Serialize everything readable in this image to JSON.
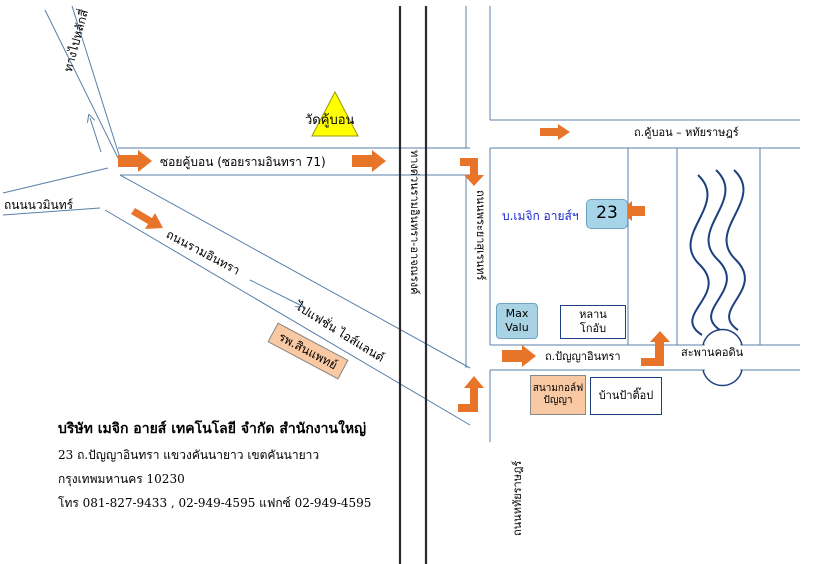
{
  "colors": {
    "road_line": "#5a7fa8",
    "arrow": "#e8742a",
    "rail": "#2b2b2b",
    "temple": "#ffff00",
    "badge": "#a8d4ea",
    "max_valu": "#a9d3e3",
    "hospital": "#f8c9a2",
    "golf": "#f8c9a2",
    "building_border": "#1f3f7f"
  },
  "roads": {
    "bang_phlat": "ทางไปหลักสี่",
    "nawamin": "ถนนนวมินทร์",
    "soi_kubon": "ซอยคู้บอน (ซอยรามอินทรา 71)",
    "ram_inthra": "ถนนรามอินทรา",
    "fashion_island": "ไปแฟชั่น ไอส์แลนด์",
    "expressway": "ทางด่วนรามอินทรา-อาจณรงค์",
    "kaset_nawamin": "ถนนพระยาสุเรนทร์",
    "kubon_hathai": "ถ.คู้บอน – หทัยราษฎร์",
    "panyainthra": "ถ.ปัญญาอินทรา",
    "ramintra_vert": "ถนนหทัยราษฎร์"
  },
  "landmarks": {
    "temple": "วัดคู้บอน",
    "company_label": "บ.เมจิก อายส์ฯ",
    "company_number": "23",
    "max_valu": "Max\nValu",
    "lanlan": "หลาน\nโกอับ",
    "hospital": "รพ.สินแพทย์",
    "golf": "สนามกอล์ฟ\nปัญญา",
    "pa_tiop": "บ้านป้าติ๊อป",
    "bridge": "สะพานคอดิน"
  },
  "address": {
    "company": "บริษัท เมจิก อายส์ เทคโนโลยี จำกัด สำนักงานใหญ่",
    "line1": "23 ถ.ปัญญาอินทรา  แขวงคันนายาว  เขตคันนายาว",
    "line2": "กรุงเทพมหานคร 10230",
    "line3": "โทร 081-827-9433 , 02-949-4595 แฟกซ์ 02-949-4595"
  }
}
